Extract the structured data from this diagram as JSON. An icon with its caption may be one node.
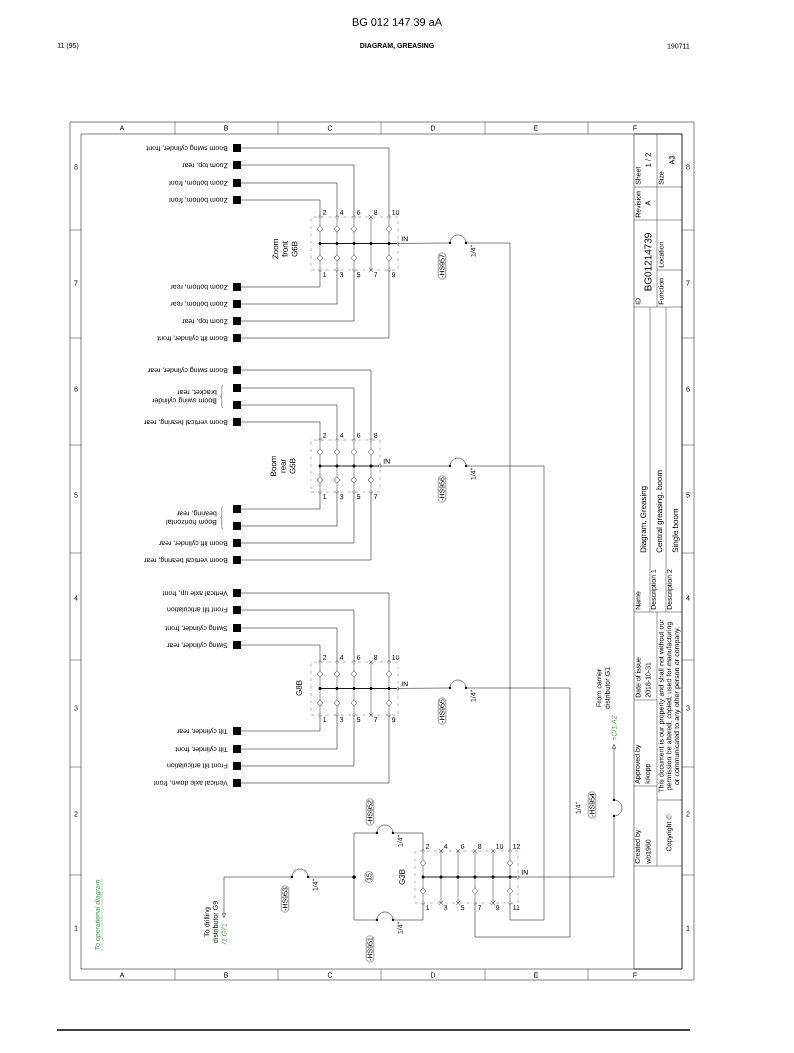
{
  "diagram": {
    "nodes": [
      {
        "text": [
          "Zoom front G6B"
        ],
        "beside": [
          "2",
          "4",
          "6",
          "8",
          "10",
          "1",
          "3",
          "5",
          "7",
          "9",
          "IN"
        ]
      },
      {
        "text": [],
        "shape": "box",
        "beside": [
          "Boom swing cylinder, front"
        ]
      },
      {
        "text": [],
        "shape": "box",
        "beside": [
          "Zoom top, rear"
        ]
      },
      {
        "text": [],
        "shape": "box",
        "beside": [
          "Zoom bottom, front"
        ]
      },
      {
        "text": [],
        "shape": "box",
        "beside": [
          "Zoom bottom, front"
        ]
      },
      {
        "text": [],
        "shape": "box",
        "beside": [
          "Zoom bottom, rear"
        ]
      },
      {
        "text": [],
        "shape": "box",
        "beside": [
          "Zoom bottom, rear"
        ]
      },
      {
        "text": [],
        "shape": "box",
        "beside": [
          "Zoom top, rear"
        ]
      },
      {
        "text": [],
        "shape": "box",
        "beside": [
          "Boom lift cylinder, front"
        ]
      },
      {
        "text": [
          "-HS957"
        ],
        "beside": [
          "1/4\""
        ]
      },
      {
        "text": [
          "Boom rear G5B"
        ],
        "beside": [
          "2",
          "4",
          "6",
          "8",
          "1",
          "3",
          "5",
          "7",
          "IN"
        ]
      },
      {
        "text": [],
        "shape": "box",
        "beside": [
          "Boom swing cylinder, rear"
        ]
      },
      {
        "text": [],
        "shape": "box"
      },
      {
        "text": [],
        "shape": "box"
      },
      {
        "text": [],
        "shape": "box",
        "beside": [
          "Boom vertical bearing, rear"
        ]
      },
      {
        "text": [],
        "shape": "box"
      },
      {
        "text": [],
        "shape": "box"
      },
      {
        "text": [],
        "shape": "box",
        "beside": [
          "Boom lift cylinder, rear"
        ]
      },
      {
        "text": [],
        "shape": "box",
        "beside": [
          "Boom vertical bearing, rear"
        ]
      },
      {
        "text": [
          "-HS956"
        ],
        "beside": [
          "1/4\""
        ]
      },
      {
        "text": [
          "G8B"
        ],
        "beside": [
          "2",
          "4",
          "6",
          "8",
          "10",
          "1",
          "3",
          "5",
          "7",
          "9",
          "IN"
        ]
      },
      {
        "text": [],
        "shape": "box",
        "beside": [
          "Vertical axle up, front"
        ]
      },
      {
        "text": [],
        "shape": "box",
        "beside": [
          "Front tilt articulation"
        ]
      },
      {
        "text": [],
        "shape": "box",
        "beside": [
          "Swing cylinder, front"
        ]
      },
      {
        "text": [],
        "shape": "box",
        "beside": [
          "Swing cylinder, rear"
        ]
      },
      {
        "text": [],
        "shape": "box",
        "beside": [
          "Tilt cylinder, rear"
        ]
      },
      {
        "text": [],
        "shape": "box",
        "beside": [
          "Tilt cylinder, front"
        ]
      },
      {
        "text": [],
        "shape": "box",
        "beside": [
          "Front tilt articulation"
        ]
      },
      {
        "text": [],
        "shape": "box",
        "beside": [
          "Vertical axle down, front"
        ]
      },
      {
        "text": [
          "-HS955"
        ],
        "beside": [
          "1/4\""
        ]
      },
      {
        "text": [
          "G3B"
        ],
        "beside": [
          "2",
          "4",
          "6",
          "8",
          "10",
          "12",
          "1",
          "3",
          "5",
          "7",
          "9",
          "11",
          "IN"
        ]
      },
      {
        "text": [
          "-HS952"
        ],
        "beside": [
          "1/4\""
        ]
      },
      {
        "text": [
          "-HS951"
        ],
        "beside": [
          "1/4\""
        ]
      },
      {
        "text": [
          "15"
        ]
      },
      {
        "text": [
          "-HS953"
        ],
        "beside": [
          "1/4\""
        ]
      },
      {
        "text": [
          "To drilling distributor G9",
          "/1.G71"
        ]
      },
      {
        "text": [
          "-HS954"
        ],
        "beside": [
          "1/4\""
        ]
      },
      {
        "text": [
          "From carrier distributor G1",
          "=C/1.A2"
        ]
      }
    ],
    "edges": [
      {
        "from": 0,
        "to": 1,
        "arrow": "none"
      },
      {
        "from": 0,
        "to": 2,
        "arrow": "none"
      },
      {
        "from": 0,
        "to": 3,
        "arrow": "none"
      },
      {
        "from": 0,
        "to": 4,
        "arrow": "none"
      },
      {
        "from": 0,
        "to": 5,
        "arrow": "none"
      },
      {
        "from": 0,
        "to": 6,
        "arrow": "none"
      },
      {
        "from": 0,
        "to": 7,
        "arrow": "none"
      },
      {
        "from": 0,
        "to": 8,
        "arrow": "none"
      },
      {
        "from": 30,
        "to": 9,
        "arrow": "none"
      },
      {
        "from": 9,
        "to": 0,
        "arrow": "none"
      },
      {
        "from": 10,
        "to": 11,
        "arrow": "none"
      },
      {
        "from": 10,
        "to": 12,
        "arrow": "none"
      },
      {
        "from": 10,
        "to": 13,
        "arrow": "none"
      },
      {
        "from": 10,
        "to": 14,
        "arrow": "none"
      },
      {
        "from": 10,
        "to": 15,
        "arrow": "none"
      },
      {
        "from": 10,
        "to": 16,
        "arrow": "none"
      },
      {
        "from": 10,
        "to": 17,
        "arrow": "none"
      },
      {
        "from": 10,
        "to": 18,
        "arrow": "none"
      },
      {
        "from": 30,
        "to": 19,
        "arrow": "none"
      },
      {
        "from": 19,
        "to": 10,
        "arrow": "none"
      },
      {
        "from": 20,
        "to": 21,
        "arrow": "none"
      },
      {
        "from": 20,
        "to": 22,
        "arrow": "none"
      },
      {
        "from": 20,
        "to": 23,
        "arrow": "none"
      },
      {
        "from": 20,
        "to": 24,
        "arrow": "none"
      },
      {
        "from": 20,
        "to": 25,
        "arrow": "none"
      },
      {
        "from": 20,
        "to": 26,
        "arrow": "none"
      },
      {
        "from": 20,
        "to": 27,
        "arrow": "none"
      },
      {
        "from": 20,
        "to": 28,
        "arrow": "none"
      },
      {
        "from": 30,
        "to": 29,
        "arrow": "none"
      },
      {
        "from": 29,
        "to": 20,
        "arrow": "none"
      },
      {
        "from": 30,
        "to": 31,
        "arrow": "none"
      },
      {
        "from": 31,
        "to": 33,
        "arrow": "none"
      },
      {
        "from": 30,
        "to": 32,
        "arrow": "none"
      },
      {
        "from": 32,
        "to": 33,
        "arrow": "none"
      },
      {
        "from": 33,
        "to": 34,
        "arrow": "none"
      },
      {
        "from": 34,
        "to": 35,
        "arrow": "to"
      },
      {
        "from": 36,
        "to": 30,
        "arrow": "none"
      },
      {
        "from": 36,
        "to": 37,
        "arrow": "to"
      }
    ],
    "labels": [
      "BG 012 147 39 aA",
      "11 (95)",
      "DIAGRAM, GREASING",
      "190711",
      "A",
      "B",
      "C",
      "D",
      "E",
      "F",
      "A",
      "B",
      "C",
      "D",
      "E",
      "F",
      "8",
      "7",
      "6",
      "5",
      "4",
      "3",
      "2",
      "1",
      "8",
      "7",
      "6",
      "5",
      "4",
      "3",
      "2",
      "1",
      "To operational diagram",
      "Sheet",
      "1 / 2",
      "Size",
      "A3",
      "Revision",
      "A",
      "ID",
      "BG01214739",
      "Location",
      "Function",
      "Name",
      "Diagram, Greasing",
      "Description 1",
      "Central greasing, boom",
      "Description 2",
      "Single boom",
      "Date of issue",
      "2018-10-31",
      "This document is our property and shall not without our permission be altered, copied, used for manufacturing or communicated to any other person or company.",
      "Approved by",
      "kikopp",
      "Created by",
      "wb1960",
      "Copyright ©",
      "Boom swing cylinder bracket, rear",
      "Boom horizontal bearing, rear"
    ]
  }
}
